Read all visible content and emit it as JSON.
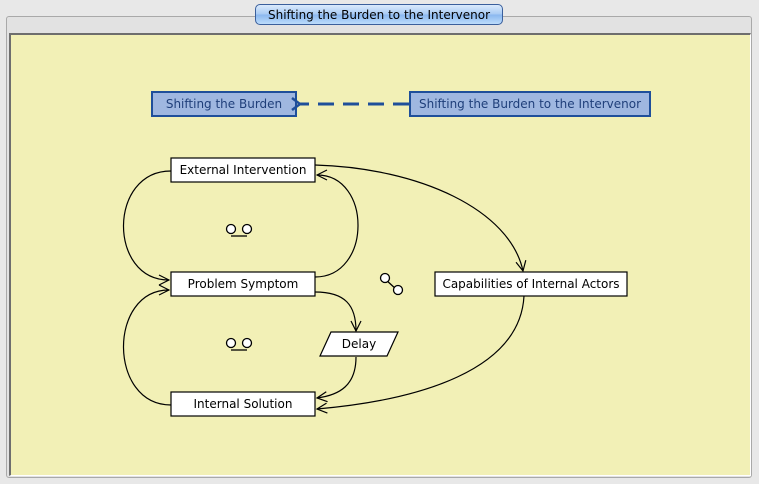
{
  "window": {
    "title_tab": "Shifting the Burden to the Intervenor"
  },
  "diagram": {
    "colors": {
      "canvas_background": "#f2f0b6",
      "node_fill": "#ffffff",
      "node_border": "#000000",
      "link_box_fill": "#9fb7e0",
      "link_box_border": "#1f4f9a",
      "link_text": "#1f3f7a"
    },
    "archetype_links": {
      "parent": "Shifting the Burden",
      "child": "Shifting the Burden to the Intervenor",
      "relation": "dashed-arrow-from-child-to-parent"
    },
    "nodes": [
      {
        "id": "external-intervention",
        "label": "External Intervention",
        "shape": "rectangle"
      },
      {
        "id": "problem-symptom",
        "label": "Problem Symptom",
        "shape": "rectangle"
      },
      {
        "id": "internal-solution",
        "label": "Internal Solution",
        "shape": "rectangle"
      },
      {
        "id": "delay",
        "label": "Delay",
        "shape": "parallelogram"
      },
      {
        "id": "capabilities",
        "label": "Capabilities of Internal Actors",
        "shape": "rectangle"
      }
    ],
    "edges": [
      {
        "from": "external-intervention",
        "to": "problem-symptom"
      },
      {
        "from": "problem-symptom",
        "to": "external-intervention"
      },
      {
        "from": "problem-symptom",
        "to": "delay"
      },
      {
        "from": "delay",
        "to": "internal-solution"
      },
      {
        "from": "internal-solution",
        "to": "problem-symptom"
      },
      {
        "from": "external-intervention",
        "to": "capabilities"
      },
      {
        "from": "capabilities",
        "to": "internal-solution"
      }
    ],
    "loop_indicators": [
      {
        "id": "upper-loop",
        "symbol": "balancing-loop"
      },
      {
        "id": "lower-loop",
        "symbol": "balancing-loop"
      },
      {
        "id": "side-loop",
        "symbol": "reinforcing-loop"
      }
    ]
  }
}
